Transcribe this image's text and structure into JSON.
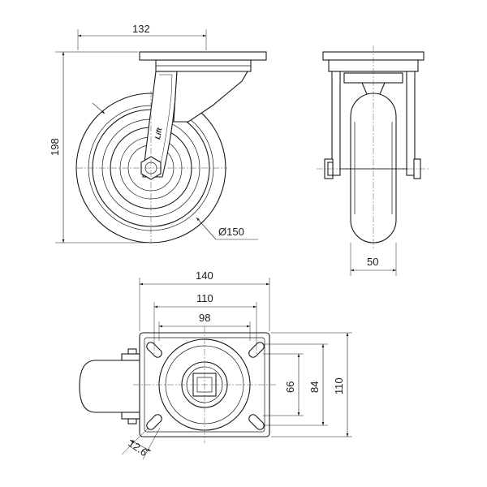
{
  "brand_logo_text": "Lift",
  "dimensions": {
    "plate_width": "132",
    "total_height": "198",
    "wheel_diameter": "Ø150",
    "wheel_width": "50",
    "plate_length": "140",
    "hole_spacing_outer_x": "110",
    "hole_spacing_inner_x": "98",
    "hole_spacing_inner_y": "66",
    "hole_spacing_outer_y": "84",
    "plate_height": "110",
    "slot_width": "12.6"
  }
}
